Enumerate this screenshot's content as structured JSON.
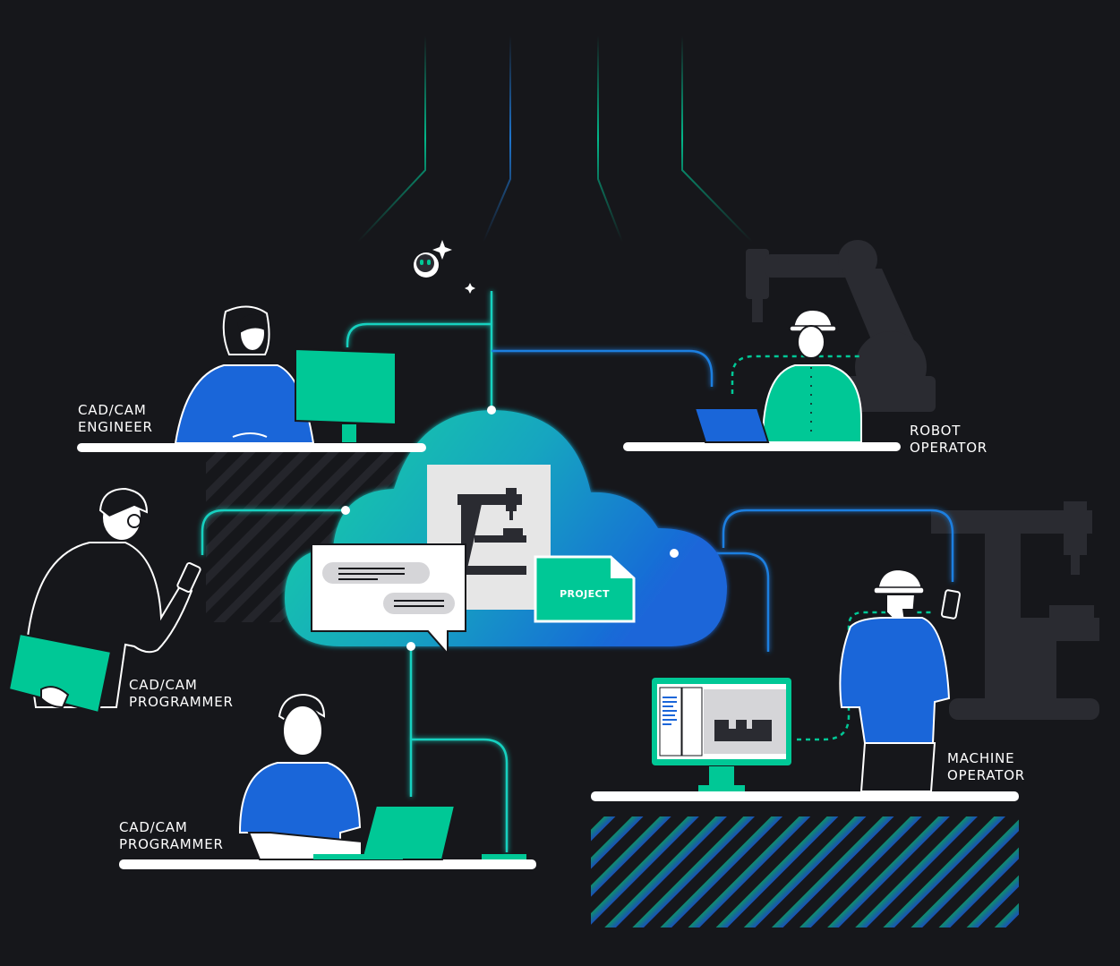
{
  "roles": {
    "engineer": {
      "line1": "CAD/CAM",
      "line2": "ENGINEER"
    },
    "robot_operator": {
      "line1": "ROBOT",
      "line2": "OPERATOR"
    },
    "programmer_top": {
      "line1": "CAD/CAM",
      "line2": "PROGRAMMER"
    },
    "programmer_bottom": {
      "line1": "CAD/CAM",
      "line2": "PROGRAMMER"
    },
    "machine_operator": {
      "line1": "MACHINE",
      "line2": "OPERATOR"
    }
  },
  "cloud": {
    "project_label": "PROJECT"
  },
  "colors": {
    "background": "#16171b",
    "green": "#00c896",
    "blue": "#1a66d9",
    "teal_line": "#17d1c0",
    "blue_line": "#1f7fe0",
    "white": "#ffffff",
    "dark_silhouette": "#2a2b31"
  },
  "icons": [
    "robot-assistant-icon",
    "sparkle-icon",
    "chat-bubble-icon",
    "document-icon",
    "machine-tool-icon",
    "robot-arm-icon",
    "smartphone-icon",
    "laptop-icon",
    "monitor-icon"
  ]
}
